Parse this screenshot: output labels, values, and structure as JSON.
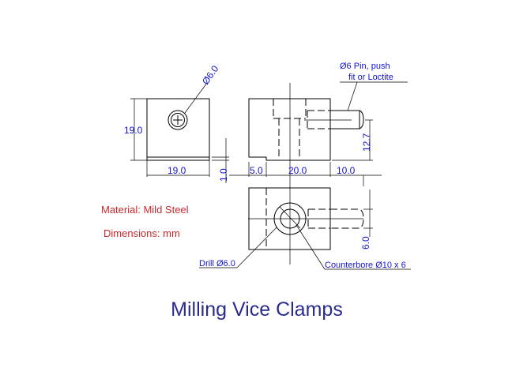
{
  "title": "Milling Vice Clamps",
  "notes": {
    "material": "Material: Mild Steel",
    "dimensions": "Dimensions: mm"
  },
  "dimensions": {
    "hole_dia": "Ø6.0",
    "height": "19.0",
    "width": "19.0",
    "step": "1.0",
    "offset_left": "5.0",
    "body_length": "20.0",
    "pin_projection": "10.0",
    "pin_height": "12.7",
    "pin_offset": "6.0"
  },
  "callouts": {
    "pin_line1": "Ø6 Pin, push",
    "pin_line2": "fit or Loctite",
    "drill": "Drill Ø6.0",
    "counterbore": "Counterbore Ø10 x 6"
  },
  "colors": {
    "dimension": "#1414d2",
    "note": "#c8282d",
    "title": "#2b2b8c"
  }
}
